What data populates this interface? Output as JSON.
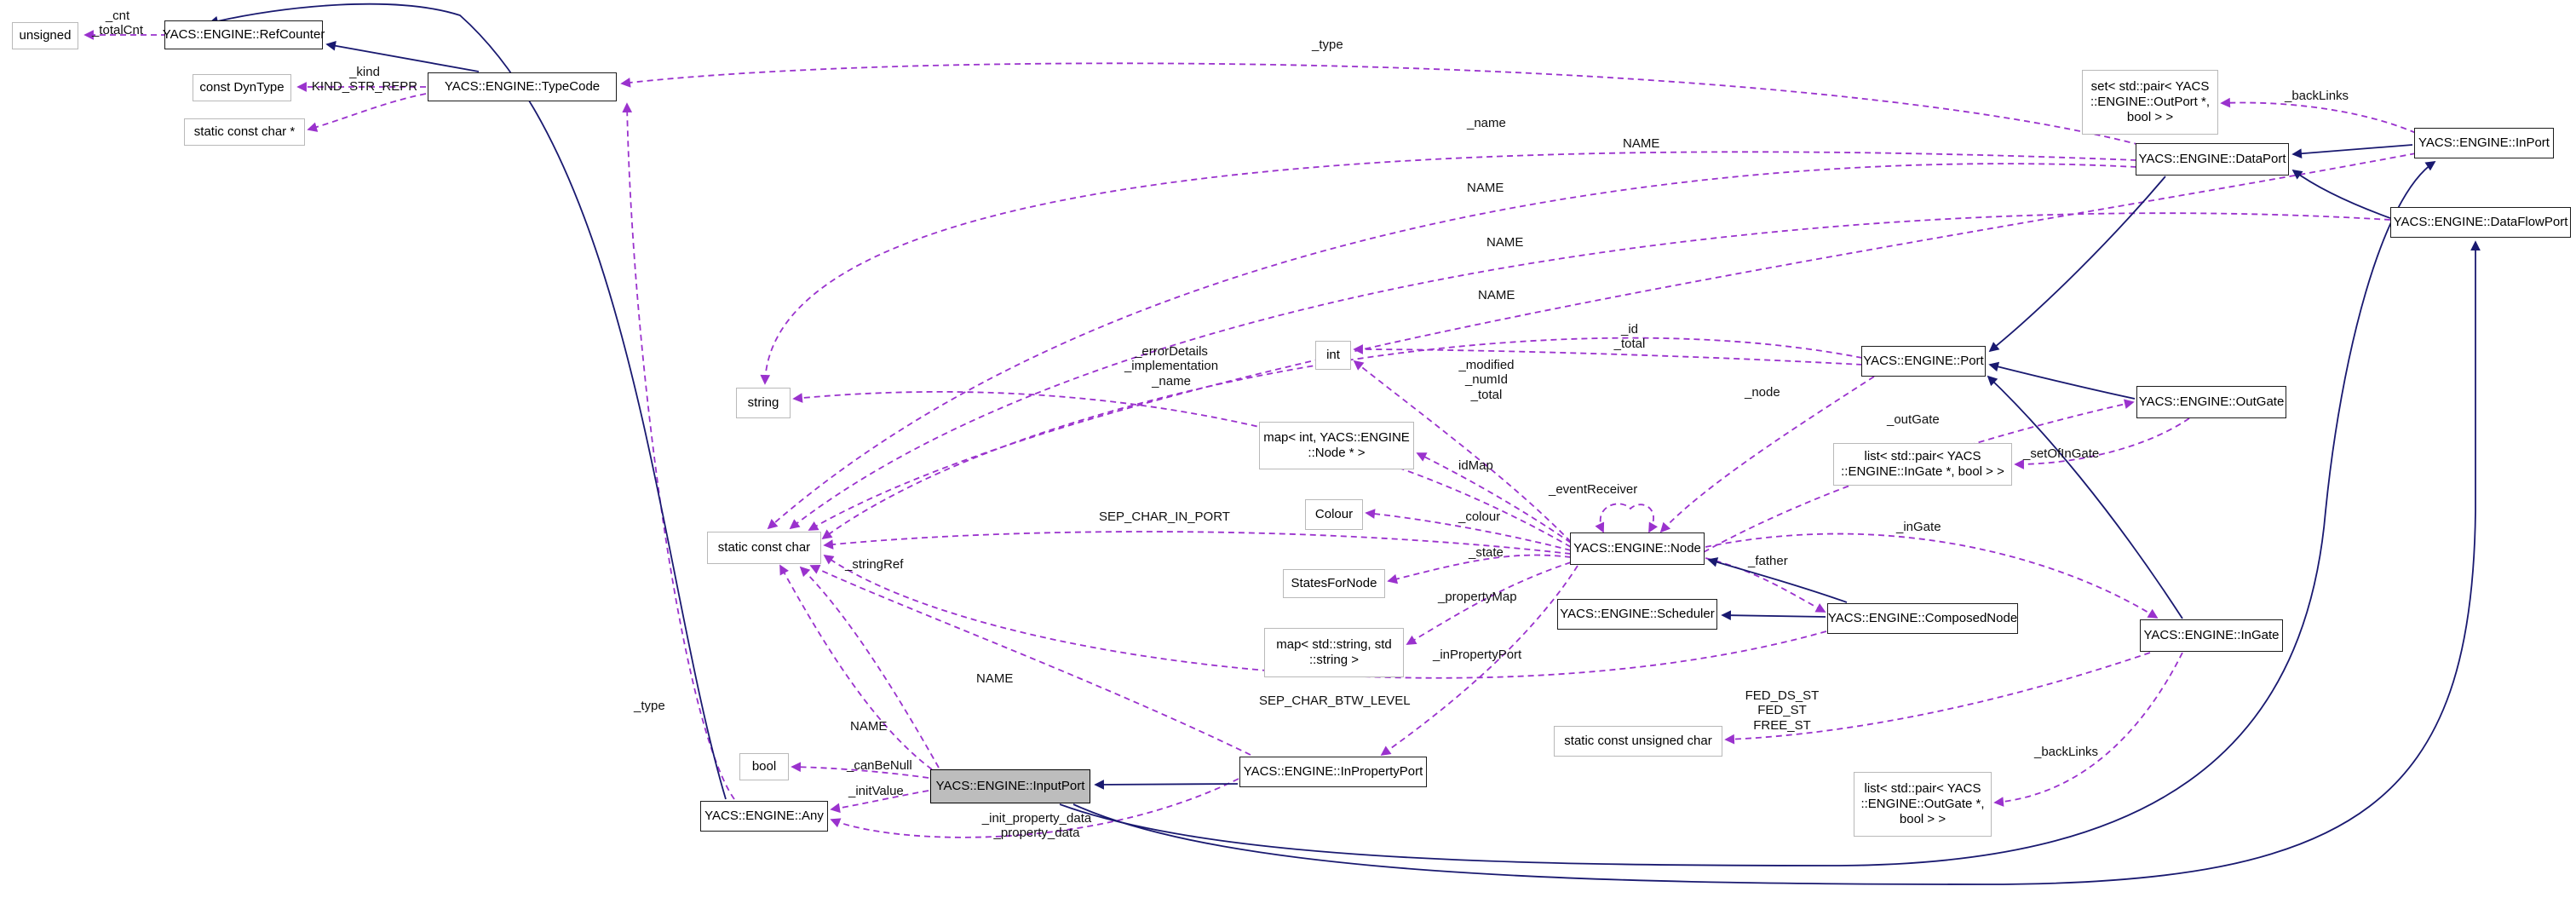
{
  "diagram": {
    "kind": "doxygen-collaboration-diagram",
    "focus_class": "YACS::ENGINE::InputPort",
    "colors": {
      "usage_edge": "#9a32cd",
      "inheritance_edge": "#191970",
      "highlight_fill": "#bdbdbd",
      "class_border": "#1c1c1c",
      "primitive_border": "#b9b9b9"
    },
    "nodes": {
      "unsigned": "unsigned",
      "ref_counter": "YACS::ENGINE::RefCounter",
      "const_dyntype": "const DynType",
      "type_code": "YACS::ENGINE::TypeCode",
      "static_const_char_ptr": "static const char *",
      "string": "string",
      "static_const_char": "static const char",
      "int": "int",
      "map_int_node": "map< int, YACS::ENGINE\n::Node * >",
      "colour": "Colour",
      "states_for_node": "StatesForNode",
      "map_string_string": "map< std::string, std\n::string >",
      "node": "YACS::ENGINE::Node",
      "scheduler": "YACS::ENGINE::Scheduler",
      "static_const_unsigned_char": "static const unsigned char",
      "port": "YACS::ENGINE::Port",
      "out_gate": "YACS::ENGINE::OutGate",
      "list_ingate_bool": "list< std::pair< YACS\n::ENGINE::InGate *, bool > >",
      "composed_node": "YACS::ENGINE::ComposedNode",
      "in_gate": "YACS::ENGINE::InGate",
      "set_outport_bool": "set< std::pair< YACS\n::ENGINE::OutPort *,\nbool > >",
      "data_port": "YACS::ENGINE::DataPort",
      "in_port": "YACS::ENGINE::InPort",
      "data_flow_port": "YACS::ENGINE::DataFlowPort",
      "bool": "bool",
      "input_port": "YACS::ENGINE::InputPort",
      "in_property_port": "YACS::ENGINE::InPropertyPort",
      "any": "YACS::ENGINE::Any",
      "list_outgate_bool": "list< std::pair< YACS\n::ENGINE::OutGate *,\nbool > >"
    },
    "edge_labels": {
      "cnt_totalcnt": "_cnt\n_totalCnt",
      "kind_repr": "_kind\nKIND_STR_REPR",
      "type_top": "_type",
      "name_member": "_name",
      "name_1": "NAME",
      "name_2": "NAME",
      "name_3": "NAME",
      "name_4": "NAME",
      "name_5": "NAME",
      "name_6": "NAME",
      "error_details": "_errorDetails\n_implementation\n_name",
      "id_total": "_id\n_total",
      "modified_numid_total": "_modified\n_numId\n_total",
      "node_member": "_node",
      "out_gate_member": "_outGate",
      "set_of_in_gate": "_setOfInGate",
      "back_links_top": "_backLinks",
      "id_map": "idMap",
      "colour_member": "_colour",
      "event_receiver": "_eventReceiver",
      "sep_char_in_port": "SEP_CHAR_IN_PORT",
      "string_ref": "_stringRef",
      "state_member": "_state",
      "property_map": "_propertyMap",
      "in_property_port_member": "_inPropertyPort",
      "sep_char_btw_level": "SEP_CHAR_BTW_LEVEL",
      "father_member": "_father",
      "in_gate_member": "_inGate",
      "fed_states": "FED_DS_ST\nFED_ST\nFREE_ST",
      "type_bottom": "_type",
      "can_be_null": "_canBeNull",
      "init_value": "_initValue",
      "init_property_data": "_init_property_data\n_property_data",
      "back_links_bottom": "_backLinks"
    }
  }
}
